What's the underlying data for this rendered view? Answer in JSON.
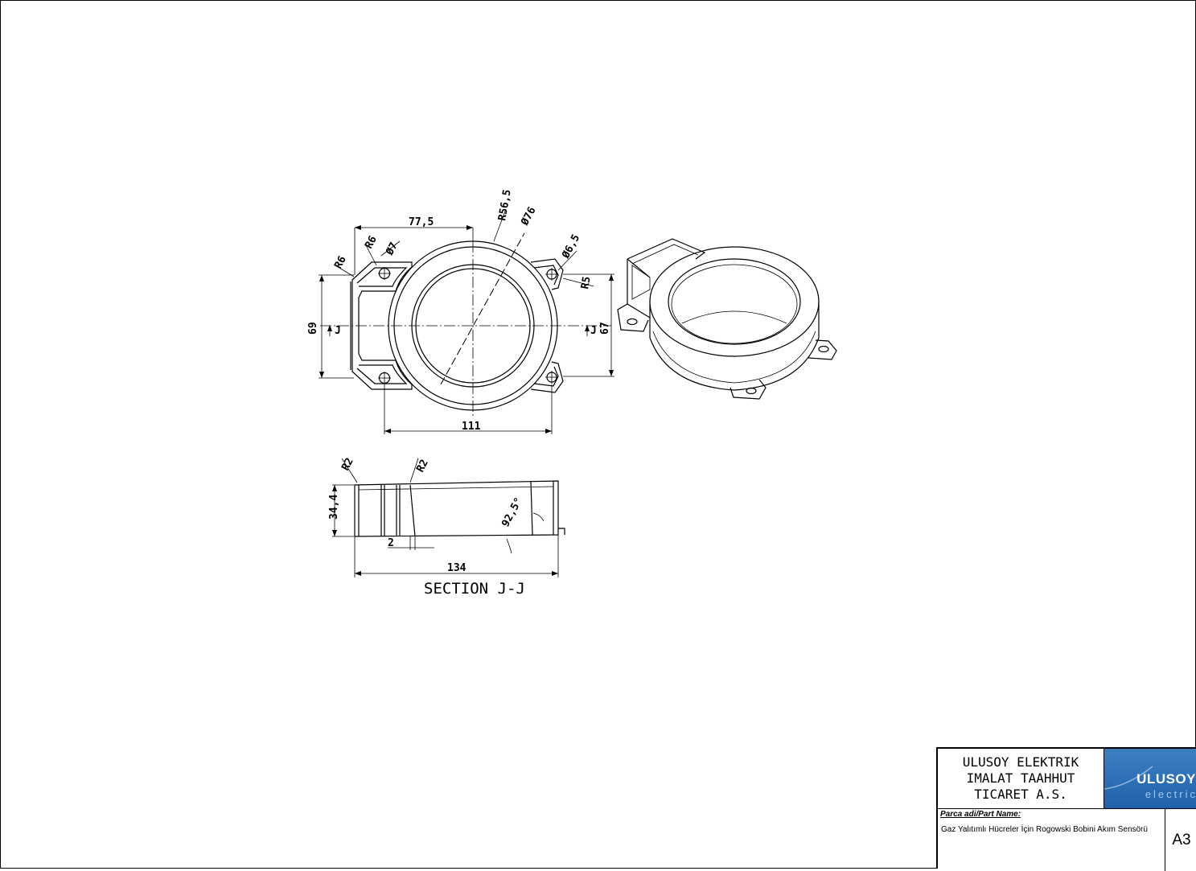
{
  "drawing": {
    "top_view_dims": {
      "width_77_5": "77,5",
      "r56_5": "R56,5",
      "dia76": "Ø76",
      "r6_a": "R6",
      "r6_b": "R6",
      "dia7": "Ø7",
      "dia6_5": "Ø6,5",
      "r5": "R5",
      "h69": "69",
      "h67": "67",
      "w111": "111",
      "cut_left": "J",
      "cut_right": "J"
    },
    "section_dims": {
      "r2_a": "R2",
      "r2_b": "R2",
      "h34_4": "34,4",
      "angle": "92,5°",
      "t2": "2",
      "w134": "134"
    },
    "section_title": "SECTION J-J"
  },
  "title_block": {
    "company_line1": "ULUSOY ELEKTRIK",
    "company_line2": "IMALAT TAAHHUT",
    "company_line3": "TICARET A.S.",
    "logo_name": "ULUSOY",
    "logo_sub": "electric",
    "part_label": "Parca adi/Part Name:",
    "part_name": "Gaz Yalıtımlı Hücreler İçin Rogowski Bobini Akım Sensörü",
    "sheet_size": "A3"
  },
  "colors": {
    "logo_blue": "#1f62a8",
    "line": "#000000"
  }
}
